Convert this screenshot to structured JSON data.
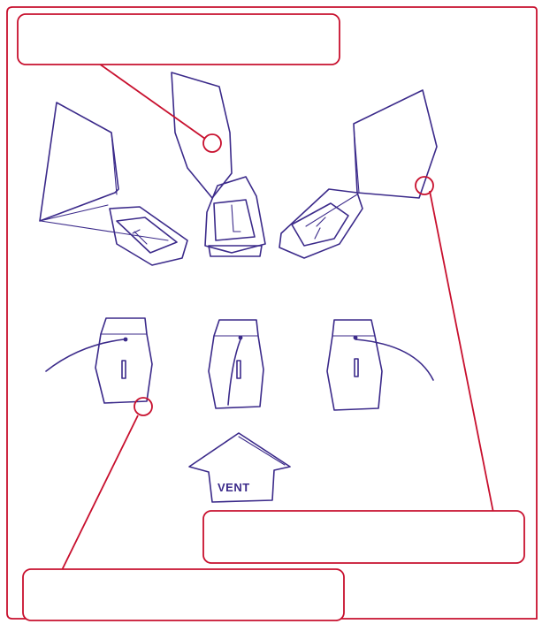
{
  "colors": {
    "frame": "#c8102e",
    "ink": "#3b2a8a",
    "background": "#ffffff"
  },
  "diagram": {
    "arrow_label": "VENT",
    "callouts": [
      {
        "id": "callout-top",
        "text": ""
      },
      {
        "id": "callout-bottom-right",
        "text": ""
      },
      {
        "id": "callout-bottom-left",
        "text": ""
      }
    ]
  }
}
